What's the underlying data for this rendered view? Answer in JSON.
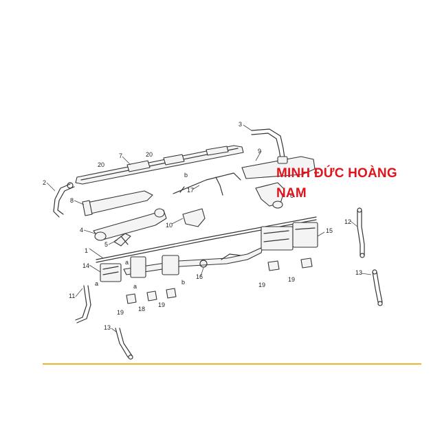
{
  "diagram": {
    "callouts": [
      "1",
      "2",
      "3",
      "4",
      "5",
      "6",
      "7",
      "8",
      "9",
      "10",
      "11",
      "12",
      "13",
      "13",
      "14",
      "15",
      "16",
      "17",
      "18",
      "19",
      "19",
      "19",
      "19",
      "20",
      "20",
      "a",
      "a",
      "a",
      "b",
      "b"
    ],
    "watermark": {
      "line1": "MINH ĐỨC HOÀNG",
      "line2": "NAM",
      "color": "#e0141c"
    },
    "divider_color": "#f0b429"
  }
}
